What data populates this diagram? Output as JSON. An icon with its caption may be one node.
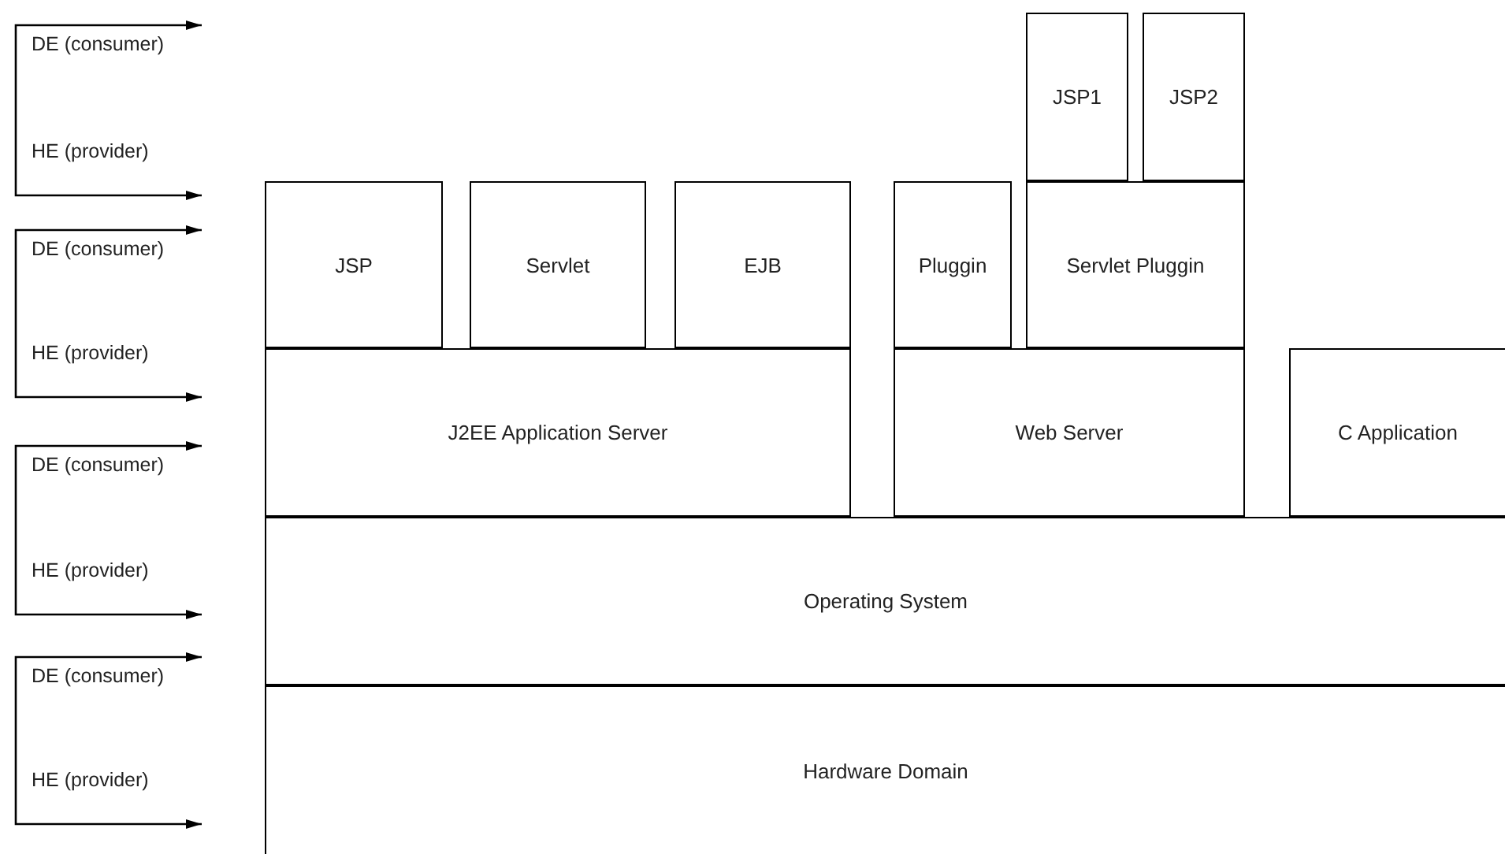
{
  "diagram": {
    "nodes": [
      {
        "text": [
          "JSP1"
        ]
      },
      {
        "text": [
          "JSP2"
        ]
      },
      {
        "text": [
          "JSP"
        ]
      },
      {
        "text": [
          "Servlet"
        ]
      },
      {
        "text": [
          "EJB"
        ]
      },
      {
        "text": [
          "Pluggin"
        ]
      },
      {
        "text": [
          "Servlet Pluggin"
        ]
      },
      {
        "text": [
          "J2EE Application Server"
        ]
      },
      {
        "text": [
          "Web Server"
        ]
      },
      {
        "text": [
          "C Application"
        ]
      },
      {
        "text": [
          "Operating System"
        ]
      },
      {
        "text": [
          "Hardware Domain"
        ]
      }
    ],
    "labels": [
      "DE (consumer)",
      "HE (provider)",
      "DE (consumer)",
      "HE (provider)",
      "DE (consumer)",
      "HE (provider)",
      "DE (consumer)",
      "HE (provider)"
    ]
  }
}
